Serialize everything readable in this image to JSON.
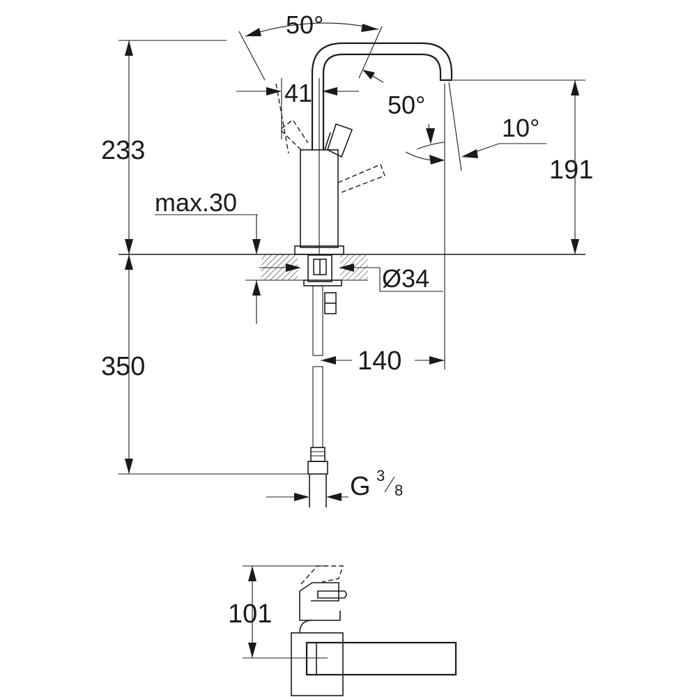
{
  "dimensions": {
    "height_total": "233",
    "spout_height": "191",
    "deck_thickness": "max.30",
    "hole_diameter": "Ø34",
    "hose_length": "350",
    "reach": "140",
    "body_width": "41",
    "lever_angle": "50°",
    "spout_swivel": "50°",
    "spout_tilt": "10°",
    "thread_main": "G",
    "thread_numerator": "3",
    "thread_denominator": "8",
    "top_view_depth": "101"
  },
  "colors": {
    "line": "#1a1a1a",
    "background": "#ffffff"
  }
}
